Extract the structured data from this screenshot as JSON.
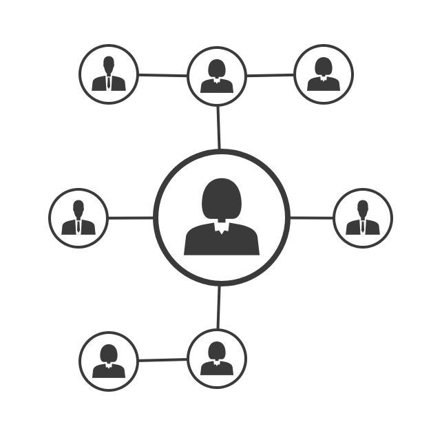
{
  "colors": {
    "stroke": "#3a3a3a",
    "fill": "#3a3a3a",
    "background": "#ffffff",
    "circle_fill": "#ffffff"
  },
  "nodes": [
    {
      "id": "center",
      "icon": "woman-icon",
      "role": "hub"
    },
    {
      "id": "top-middle",
      "icon": "woman-icon"
    },
    {
      "id": "top-left",
      "icon": "man-icon"
    },
    {
      "id": "top-right",
      "icon": "woman-icon"
    },
    {
      "id": "middle-left",
      "icon": "man-icon"
    },
    {
      "id": "middle-right",
      "icon": "man-icon"
    },
    {
      "id": "bottom-middle",
      "icon": "woman-icon"
    },
    {
      "id": "bottom-left",
      "icon": "woman-icon"
    }
  ],
  "links": [
    [
      "top-left",
      "top-middle"
    ],
    [
      "top-middle",
      "top-right"
    ],
    [
      "top-middle",
      "center"
    ],
    [
      "middle-left",
      "center"
    ],
    [
      "center",
      "middle-right"
    ],
    [
      "center",
      "bottom-middle"
    ],
    [
      "bottom-left",
      "bottom-middle"
    ]
  ]
}
